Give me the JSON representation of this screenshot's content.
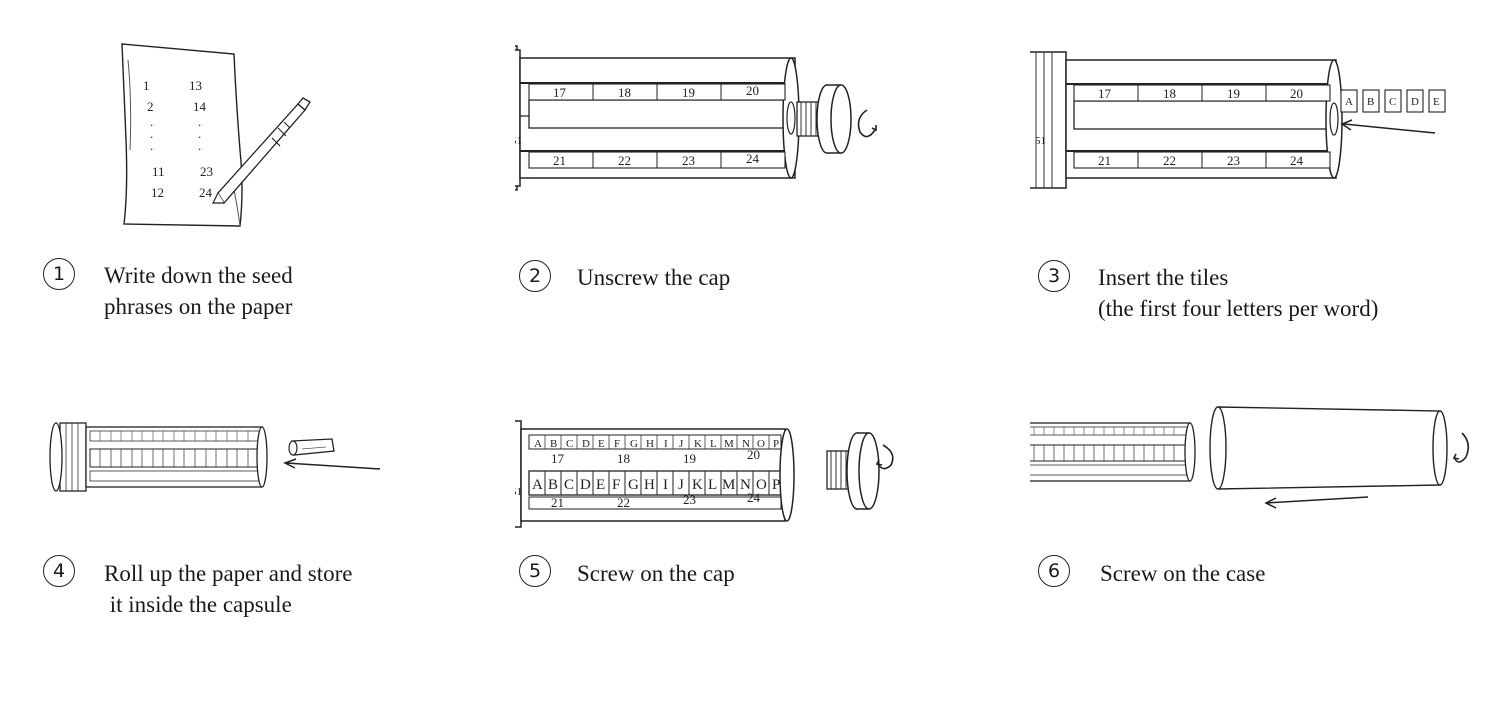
{
  "steps": [
    {
      "number": "1",
      "caption": "Write down the seed\nphrases on the paper",
      "paper": {
        "left": [
          "1",
          "2",
          ".",
          ".",
          ".",
          "11",
          "12"
        ],
        "right": [
          "13",
          "14",
          ".",
          ".",
          ".",
          "23",
          "24"
        ]
      }
    },
    {
      "number": "2",
      "caption": "Unscrew the cap"
    },
    {
      "number": "3",
      "caption": "Insert the tiles\n(the first four letters per word)",
      "tiles": [
        "A",
        "B",
        "C",
        "D",
        "E"
      ]
    },
    {
      "number": "4",
      "caption": "Roll up the paper and store\n it inside the capsule"
    },
    {
      "number": "5",
      "caption": "Screw on the cap"
    },
    {
      "number": "6",
      "caption": "Screw on the case"
    }
  ],
  "capsule": {
    "top_slots": [
      "17",
      "18",
      "19",
      "20"
    ],
    "bottom_slots": [
      "21",
      "22",
      "23",
      "24"
    ],
    "side_mark": "51",
    "letters": [
      "A",
      "B",
      "C",
      "D",
      "E",
      "F",
      "G",
      "H",
      "I",
      "J",
      "K",
      "L",
      "M",
      "N",
      "O",
      "P"
    ]
  }
}
